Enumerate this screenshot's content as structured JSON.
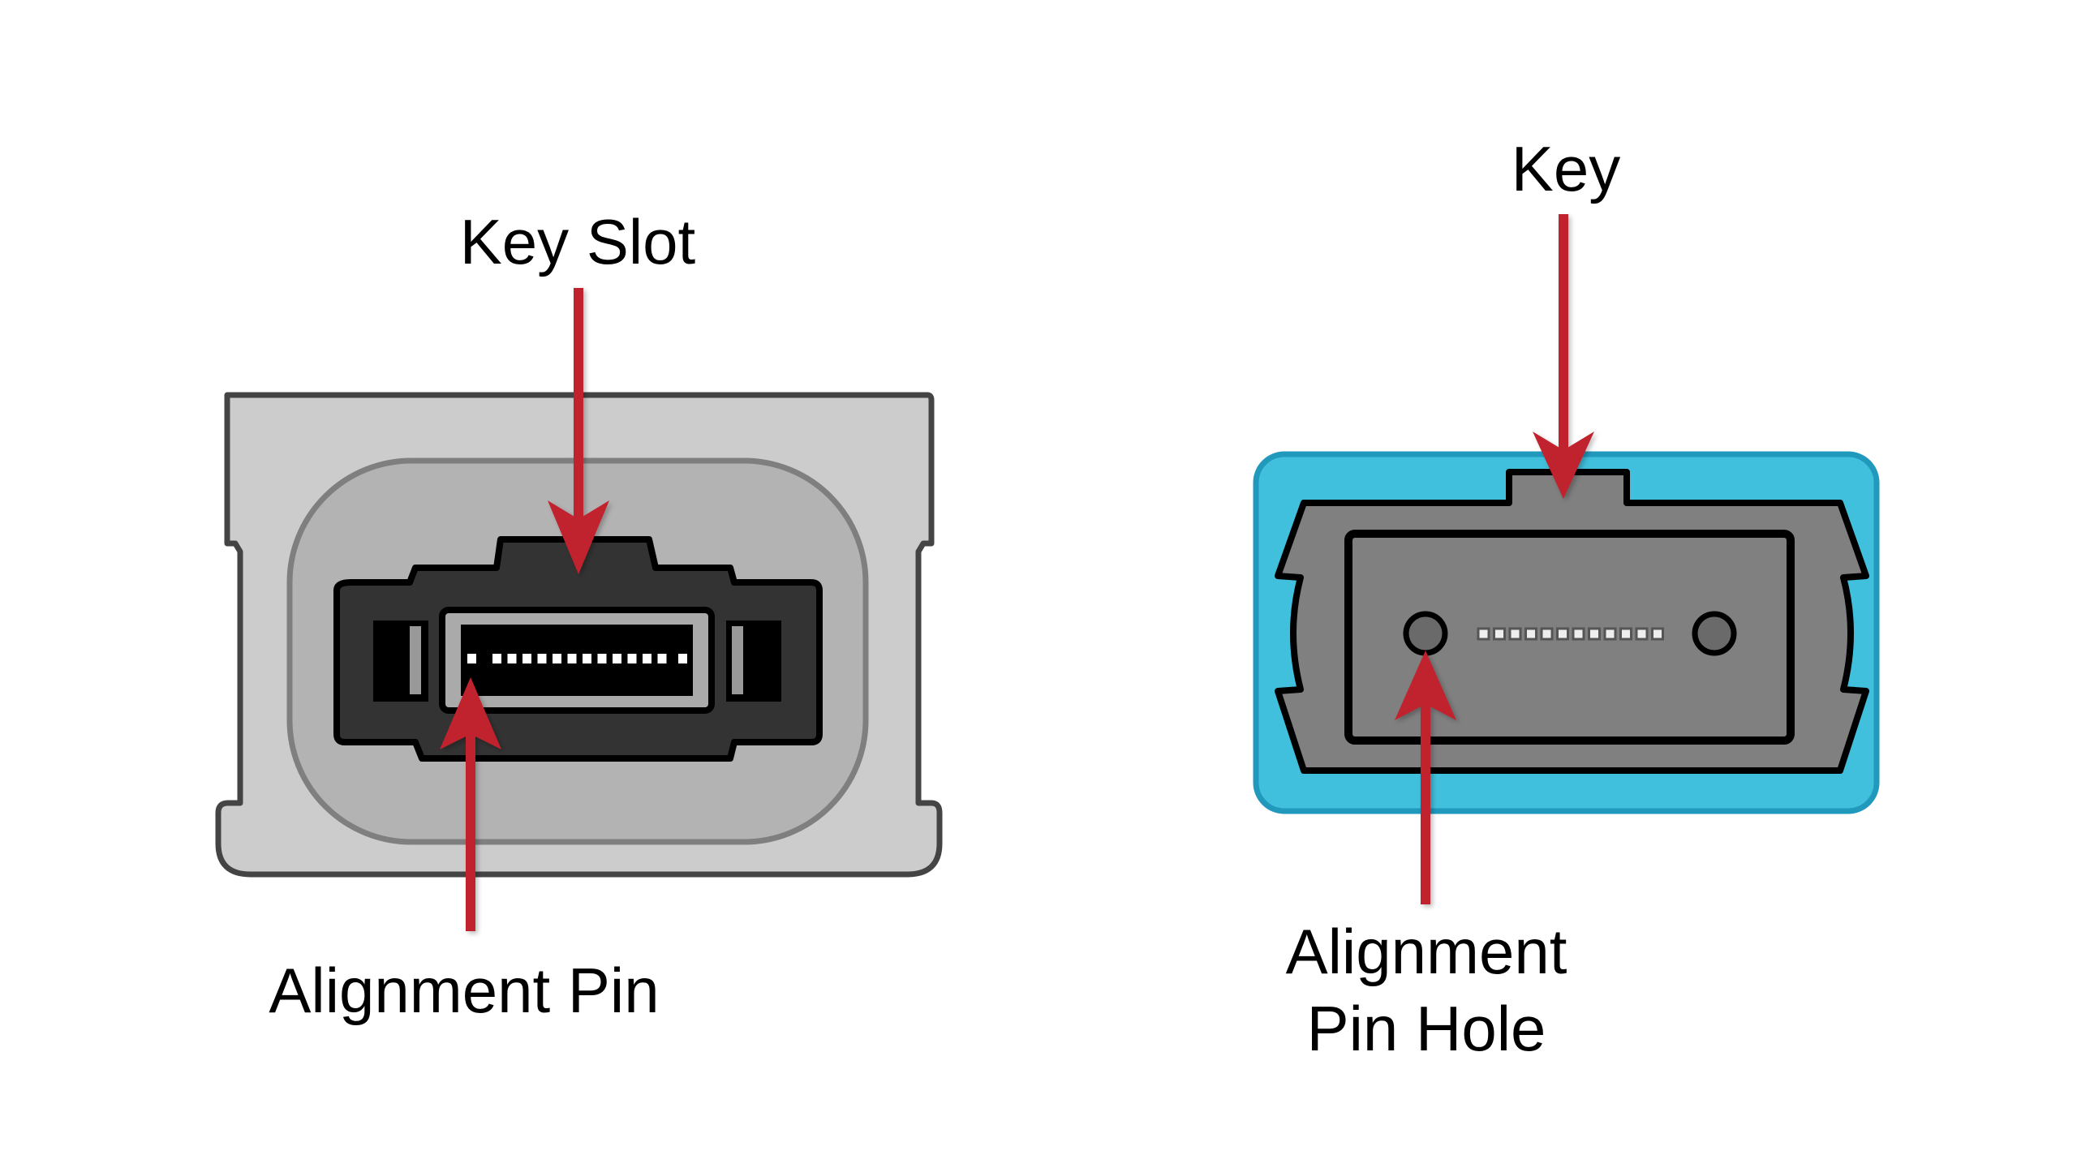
{
  "labels": {
    "key_slot": "Key Slot",
    "alignment_pin": "Alignment Pin",
    "key": "Key",
    "alignment_pin_hole_line1": "Alignment",
    "alignment_pin_hole_line2": "Pin Hole"
  },
  "colors": {
    "arrow": "#c0222e",
    "housing_light": "#cccccc",
    "housing_mid": "#b3b3b3",
    "body_dark": "#333333",
    "blue_housing": "#40c0dc",
    "ferrule_gray": "#808080"
  },
  "connectors": [
    {
      "name": "male-connector",
      "fiber_count": 12
    },
    {
      "name": "female-connector",
      "fiber_count": 12
    }
  ]
}
